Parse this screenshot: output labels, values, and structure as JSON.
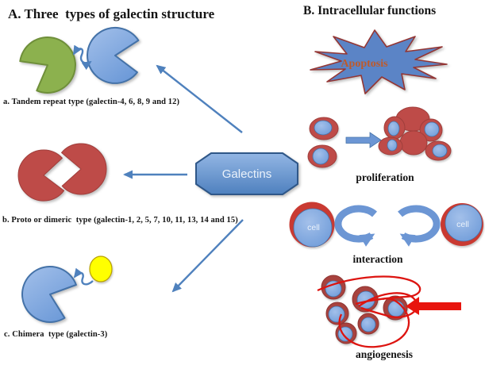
{
  "section_a": {
    "heading": "A. Three  types of galectin structure",
    "items": [
      {
        "label": "a. Tandem repeat type (galectin-4, 6, 8, 9 and 12)"
      },
      {
        "label": "b. Proto or dimeric  type (galectin-1, 2, 5, 7, 10, 11, 13, 14 and 15)"
      },
      {
        "label": "c. Chimera  type (galectin-3)"
      }
    ]
  },
  "center": {
    "label": "Galectins"
  },
  "section_b": {
    "heading": "B. Intracellular functions",
    "apoptosis_label": "Apoptosis",
    "proliferation_label": "proliferation",
    "interaction_label": "interaction",
    "angiogenesis_label": "angiogenesis",
    "cell_label": "cell"
  },
  "colors": {
    "green": "#8CB14E",
    "green_border": "#6F8F3A",
    "blue": "#6D9AD8",
    "blue_light": "#A3C0EA",
    "blue_border": "#4472A8",
    "red": "#BE4B48",
    "red_border": "#A03E3B",
    "cell_ring_red": "#C93A32",
    "angio_ring": "#A8423E",
    "angio_ring_border": "#8E3431",
    "vessel_red": "#DD1410",
    "bright_red": "#E8150E",
    "yellow": "#FFFF00",
    "yellow_border": "#B8A000",
    "arrow_blue": "#4F81BD",
    "thick_arrow_blue": "#6C96D4",
    "starburst_fill": "#5B84C6",
    "starburst_border": "#943634",
    "apoptosis_text": "#BE5A2B",
    "octagon_top": "#93B6E4",
    "octagon_bottom": "#4E80BE",
    "octagon_border": "#2F5788",
    "heading_text": "#141414",
    "light_text": "#EAF2FB"
  }
}
